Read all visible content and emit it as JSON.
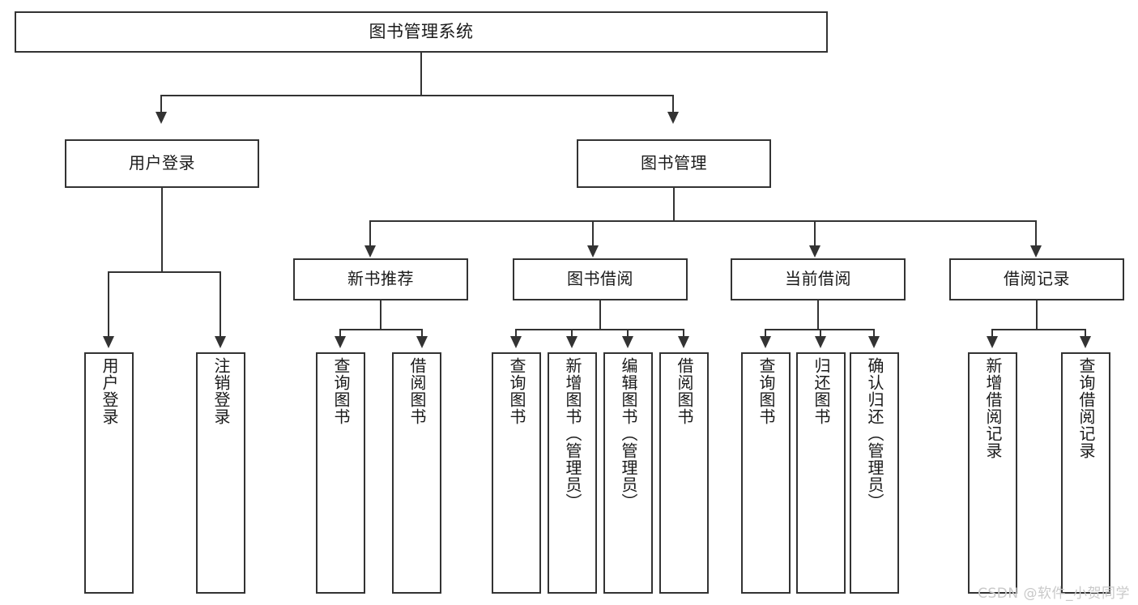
{
  "diagram": {
    "type": "tree-hierarchy",
    "title": "图书管理系统",
    "watermark": "CSDN @软件_小贺同学",
    "colors": {
      "stroke": "#333333",
      "fill": "#ffffff",
      "text": "#1a1a1a",
      "watermark": "#c9c9c9"
    },
    "root": {
      "label": "图书管理系统"
    },
    "level1": [
      {
        "label": "用户登录"
      },
      {
        "label": "图书管理"
      }
    ],
    "level2": [
      {
        "label": "新书推荐"
      },
      {
        "label": "图书借阅"
      },
      {
        "label": "当前借阅"
      },
      {
        "label": "借阅记录"
      }
    ],
    "leaves": {
      "user_login": [
        {
          "label": "用户登录"
        },
        {
          "label": "注销登录"
        }
      ],
      "new_book_recommend": [
        {
          "label": "查询图书"
        },
        {
          "label": "借阅图书"
        }
      ],
      "book_borrow": [
        {
          "label": "查询图书"
        },
        {
          "label": "新增图书（管理员）"
        },
        {
          "label": "编辑图书（管理员）"
        },
        {
          "label": "借阅图书"
        }
      ],
      "current_borrow": [
        {
          "label": "查询图书"
        },
        {
          "label": "归还图书"
        },
        {
          "label": "确认归还（管理员）"
        }
      ],
      "borrow_record": [
        {
          "label": "新增借阅记录"
        },
        {
          "label": "查询借阅记录"
        }
      ]
    }
  }
}
